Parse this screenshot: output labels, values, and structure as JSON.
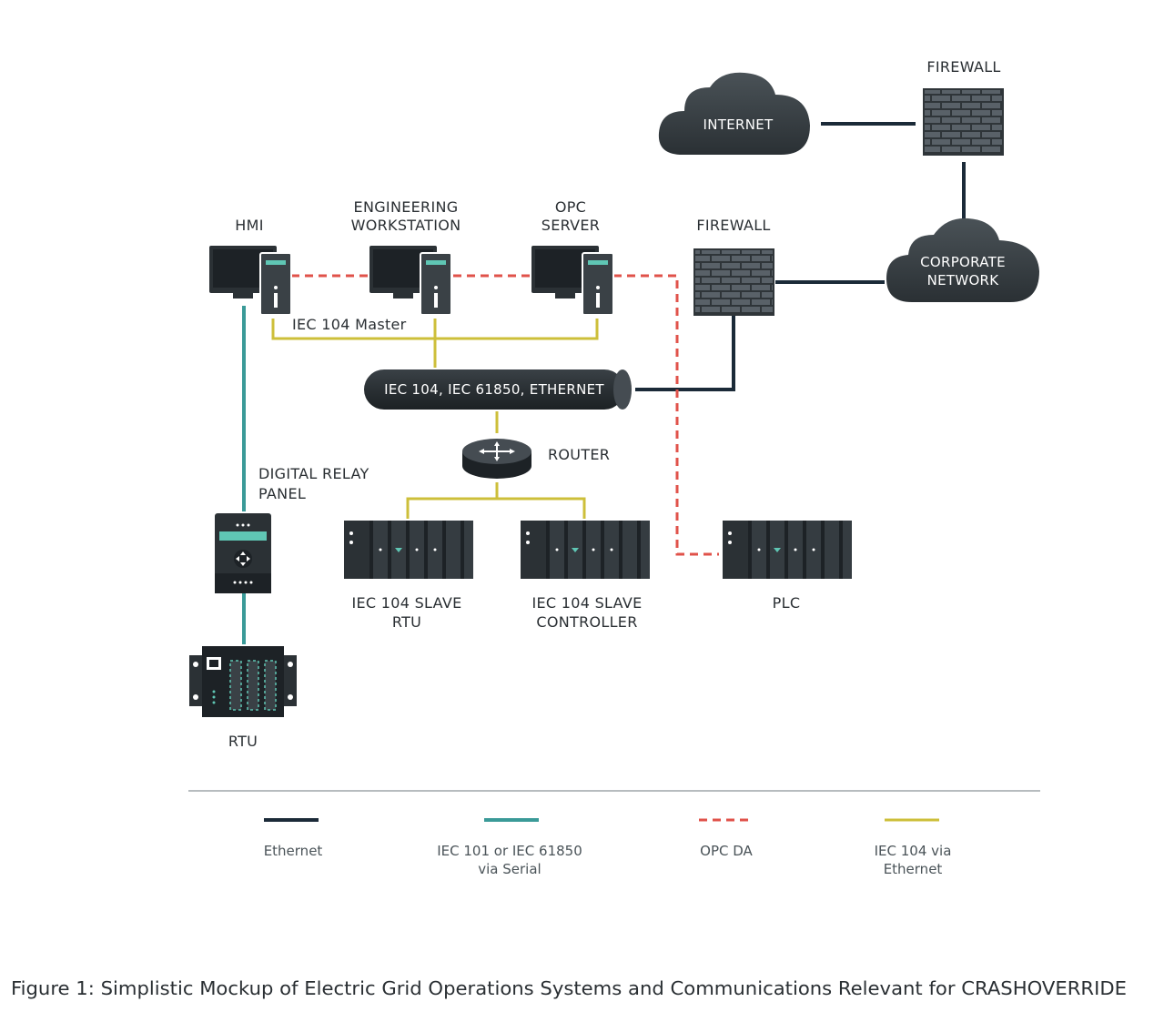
{
  "nodes": {
    "internet": "INTERNET",
    "firewall_top": "FIREWALL",
    "corporate_network": [
      "CORPORATE",
      "NETWORK"
    ],
    "hmi": "HMI",
    "engineering_workstation": [
      "ENGINEERING",
      "WORKSTATION"
    ],
    "opc_server": [
      "OPC",
      "SERVER"
    ],
    "firewall_mid": "FIREWALL",
    "iec104_master": "IEC 104 Master",
    "bus": "IEC 104, IEC 61850, ETHERNET",
    "router": "ROUTER",
    "digital_relay_panel": [
      "DIGITAL RELAY",
      "PANEL"
    ],
    "slave_rtu": [
      "IEC 104 SLAVE",
      "RTU"
    ],
    "slave_controller": [
      "IEC 104 SLAVE",
      "CONTROLLER"
    ],
    "plc": "PLC",
    "rtu": "RTU"
  },
  "legend": [
    {
      "style": "solid",
      "color": "#1b2a38",
      "label": [
        "Ethernet"
      ]
    },
    {
      "style": "solid",
      "color": "#3a9a98",
      "label": [
        "IEC 101 or IEC 61850",
        "via Serial"
      ]
    },
    {
      "style": "dashed",
      "color": "#e0524a",
      "label": [
        "OPC DA"
      ]
    },
    {
      "style": "solid",
      "color": "#cdbf3a",
      "label": [
        "IEC 104 via",
        "Ethernet"
      ]
    }
  ],
  "caption": "Figure 1: Simplistic Mockup of Electric Grid Operations Systems and Communications Relevant for CRASHOVERRIDE",
  "colors": {
    "ethernet": "#1b2a38",
    "serial": "#3a9a98",
    "opc": "#e0524a",
    "iec104": "#cdbf3a",
    "device_dark": "#2b3135",
    "screen_accent": "#5fc6b4"
  }
}
